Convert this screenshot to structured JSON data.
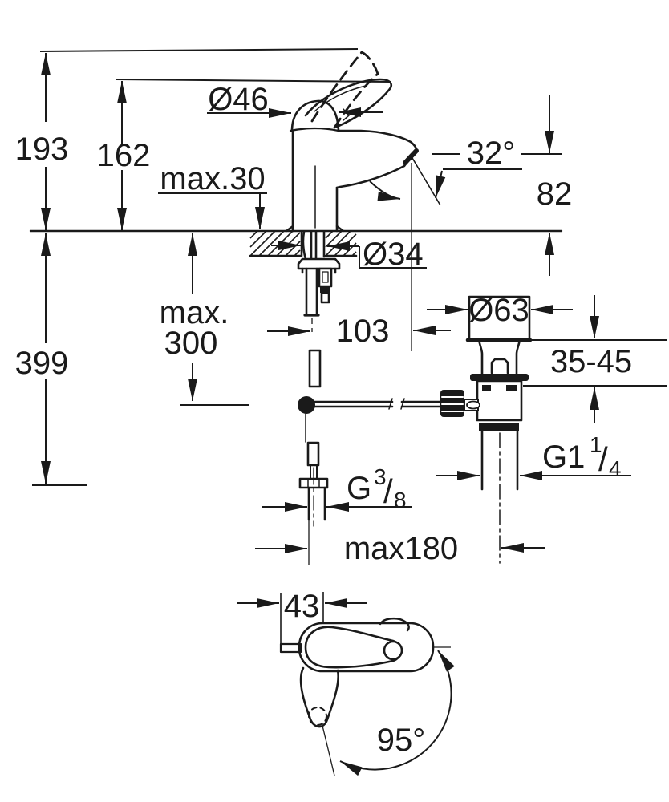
{
  "drawing": {
    "kind": "technical dimension drawing",
    "subject": "single-lever basin mixer with pop-up waste, front view and top view",
    "colors": {
      "line": "#1a1a1a",
      "background": "#ffffff"
    }
  },
  "labels": {
    "overall_height": "193",
    "height_to_spout_top": "162",
    "handle_diameter": "Ø46",
    "max_mounting_thickness": "max.30",
    "stream_angle": "32°",
    "spout_outlet_height": "82",
    "tap_hole_diameter": "Ø34",
    "hose_length_line1": "max.",
    "hose_length_line2": "300",
    "spout_projection": "103",
    "waste_flange_diameter": "Ø63",
    "basin_thickness_range": "35-45",
    "below_deck_height": "399",
    "waste_thread_base": "G1",
    "waste_thread_sup": "1",
    "waste_thread_slash": "/",
    "waste_thread_sub": "4",
    "supply_thread_base": "G",
    "supply_thread_sup": "3",
    "supply_thread_slash": "/",
    "supply_thread_sub": "8",
    "max_rod_offset": "max180",
    "handle_top_width": "43",
    "handle_swivel_angle": "95°"
  }
}
